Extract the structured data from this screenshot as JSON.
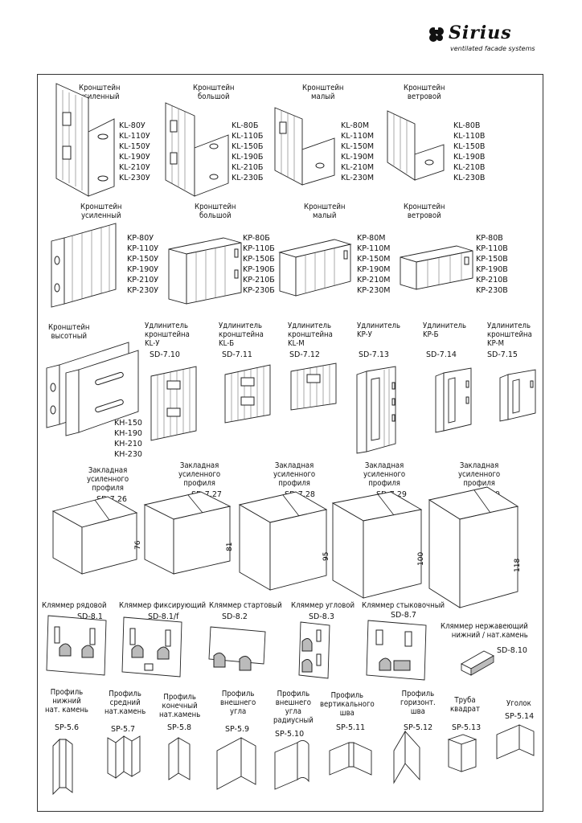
{
  "brand": {
    "name": "Sirius",
    "tagline": "ventilated facade systems",
    "logo_icon": "clover-logo-icon"
  },
  "row1": [
    {
      "title": "Кронштейн\nусиленный",
      "models": [
        "KL-80У",
        "KL-110У",
        "KL-150У",
        "KL-190У",
        "KL-210У",
        "KL-230У"
      ]
    },
    {
      "title": "Кронштейн\nбольшой",
      "models": [
        "KL-80Б",
        "KL-110Б",
        "KL-150Б",
        "KL-190Б",
        "KL-210Б",
        "KL-230Б"
      ]
    },
    {
      "title": "Кронштейн\nмалый",
      "models": [
        "KL-80M",
        "KL-110M",
        "KL-150M",
        "KL-190M",
        "KL-210M",
        "KL-230M"
      ]
    },
    {
      "title": "Кронштейн\nветровой",
      "models": [
        "KL-80B",
        "KL-110B",
        "KL-150B",
        "KL-190B",
        "KL-210B",
        "KL-230B"
      ]
    }
  ],
  "row2": [
    {
      "title": "Кронштейн\nусиленный",
      "models": [
        "KP-80У",
        "KP-110У",
        "KP-150У",
        "KP-190У",
        "KP-210У",
        "KP-230У"
      ]
    },
    {
      "title": "Кронштейн\nбольшой",
      "models": [
        "KP-80Б",
        "KP-110Б",
        "KP-150Б",
        "KP-190Б",
        "KP-210Б",
        "KP-230Б"
      ]
    },
    {
      "title": "Кронштейн\nмалый",
      "models": [
        "KP-80M",
        "KP-110M",
        "KP-150M",
        "KP-190M",
        "KP-210M",
        "KP-230M"
      ]
    },
    {
      "title": "Кронштейн\nветровой",
      "models": [
        "KP-80B",
        "KP-110B",
        "KP-150B",
        "KP-190B",
        "KP-210B",
        "KP-230B"
      ]
    }
  ],
  "row3": {
    "high": {
      "title": "Кронштейн\nвысотный",
      "models": [
        "KH-150",
        "KH-190",
        "KH-210",
        "KH-230"
      ]
    },
    "extenders": [
      {
        "title": "Удлинитель\nкронштейна\nKL-У",
        "code": "SD-7.10"
      },
      {
        "title": "Удлинитель\nкронштейна\nKL-Б",
        "code": "SD-7.11"
      },
      {
        "title": "Удлинитель\nкронштейна\nKL-M",
        "code": "SD-7.12"
      },
      {
        "title": "Удлинитель\nKP-У",
        "code": "SD-7.13"
      },
      {
        "title": "Удлинитель\nKP-Б",
        "code": "SD-7.14"
      },
      {
        "title": "Удлинитель\nкронштейна\nKP-M",
        "code": "SD-7.15"
      }
    ]
  },
  "row4": [
    {
      "title": "Закладная\nусиленного\nпрофиля",
      "code": "SD-7.26",
      "dim": "76"
    },
    {
      "title": "Закладная\nусиленного\nпрофиля",
      "code": "SD-7.27",
      "dim": "81"
    },
    {
      "title": "Закладная\nусиленного\nпрофиля",
      "code": "SD-7.28",
      "dim": "95"
    },
    {
      "title": "Закладная\nусиленного\nпрофиля",
      "code": "SD-7.29",
      "dim": "100"
    },
    {
      "title": "Закладная\nусиленного\nпрофиля",
      "code": "SD-7.30",
      "dim": "118"
    }
  ],
  "row5": [
    {
      "title": "Кляммер  рядовой",
      "code": "SD-8.1"
    },
    {
      "title": "Кляммер  фиксирующий",
      "code": "SD-8.1/f"
    },
    {
      "title": "Кляммер  стартовый",
      "code": "SD-8.2"
    },
    {
      "title": "Кляммер  угловой",
      "code": "SD-8.3"
    },
    {
      "title": "Кляммер  стыкoвочный",
      "code": "SD-8.7"
    },
    {
      "title": "Кляммер  нержавеющий\nнижний  / нат.камень",
      "code": "SD-8.10"
    }
  ],
  "row6": [
    {
      "title": "Профиль\nнижний\nнат. камень",
      "code": "SP-5.6"
    },
    {
      "title": "Профиль\nсредний\nнат.камень",
      "code": "SP-5.7"
    },
    {
      "title": "Профиль\nконечный\nнат.камень",
      "code": "SP-5.8"
    },
    {
      "title": "Профиль\nвнешнего\nугла",
      "code": "SP-5.9"
    },
    {
      "title": "Профиль\nвнешнего\nугла\nрадиусный",
      "code": "SP-5.10"
    },
    {
      "title": "Профиль\nвертикального\nшва",
      "code": "SP-5.11"
    },
    {
      "title": "Профиль\nгоризонт.\nшва",
      "code": "SP-5.12"
    },
    {
      "title": "Труба\nквадрат",
      "code": "SP-5.13"
    },
    {
      "title": "Уголок",
      "code": "SP-5.14"
    }
  ]
}
